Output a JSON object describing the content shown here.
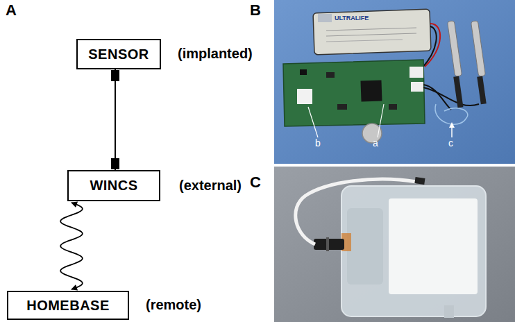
{
  "diagram": {
    "nodes": [
      {
        "text": [
          "SENSOR"
        ]
      },
      {
        "text": [
          "WINCS"
        ]
      },
      {
        "text": [
          "HOMEBASE"
        ]
      }
    ],
    "edges": [
      {
        "from": 0,
        "to": 1,
        "arrow": "none"
      },
      {
        "from": 1,
        "to": 2,
        "arrow": "both"
      }
    ],
    "labels": [
      "A",
      "(implanted)",
      "(external)",
      "(remote)",
      "B",
      "C",
      "a",
      "b",
      "c",
      "ULTRALIFE"
    ]
  }
}
